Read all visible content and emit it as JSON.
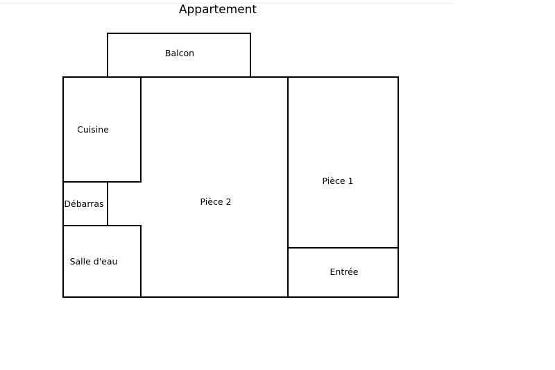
{
  "title": "Appartement",
  "rooms": {
    "balcon": "Balcon",
    "cuisine": "Cuisine",
    "debarras": "Débarras",
    "salle_deau": "Salle d'eau",
    "piece2": "Pièce 2",
    "piece1": "Pièce 1",
    "entree": "Entrée"
  },
  "colors": {
    "wall": "#000000",
    "background": "#ffffff"
  }
}
